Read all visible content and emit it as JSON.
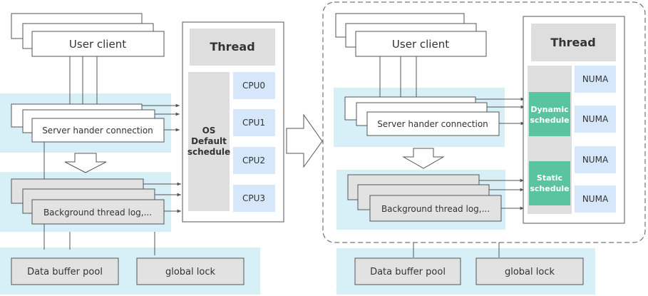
{
  "left": {
    "user_client": "User client",
    "server_handler": "Server hander connection",
    "background_thread": "Background thread log,...",
    "data_buffer_pool": "Data buffer pool",
    "global_lock": "global lock",
    "thread_title": "Thread",
    "os_schedule": [
      "OS",
      "Default",
      "schedule"
    ],
    "cpus": [
      "CPU0",
      "CPU1",
      "CPU2",
      "CPU3"
    ]
  },
  "right": {
    "user_client": "User client",
    "server_handler": "Server hander connection",
    "background_thread": "Background thread log,...",
    "data_buffer_pool": "Data buffer pool",
    "global_lock": "global lock",
    "thread_title": "Thread",
    "dynamic_schedule": [
      "Dynamic",
      "schedule"
    ],
    "static_schedule": [
      "Static",
      "schedule"
    ],
    "numa": [
      "NUMA",
      "NUMA",
      "NUMA",
      "NUMA"
    ]
  },
  "colors": {
    "light_blue_band": "#d7eff6",
    "cpu_box": "#d6e7fb",
    "gray_box": "#dedede",
    "green_box": "#5ac3a0",
    "line": "#555555"
  }
}
